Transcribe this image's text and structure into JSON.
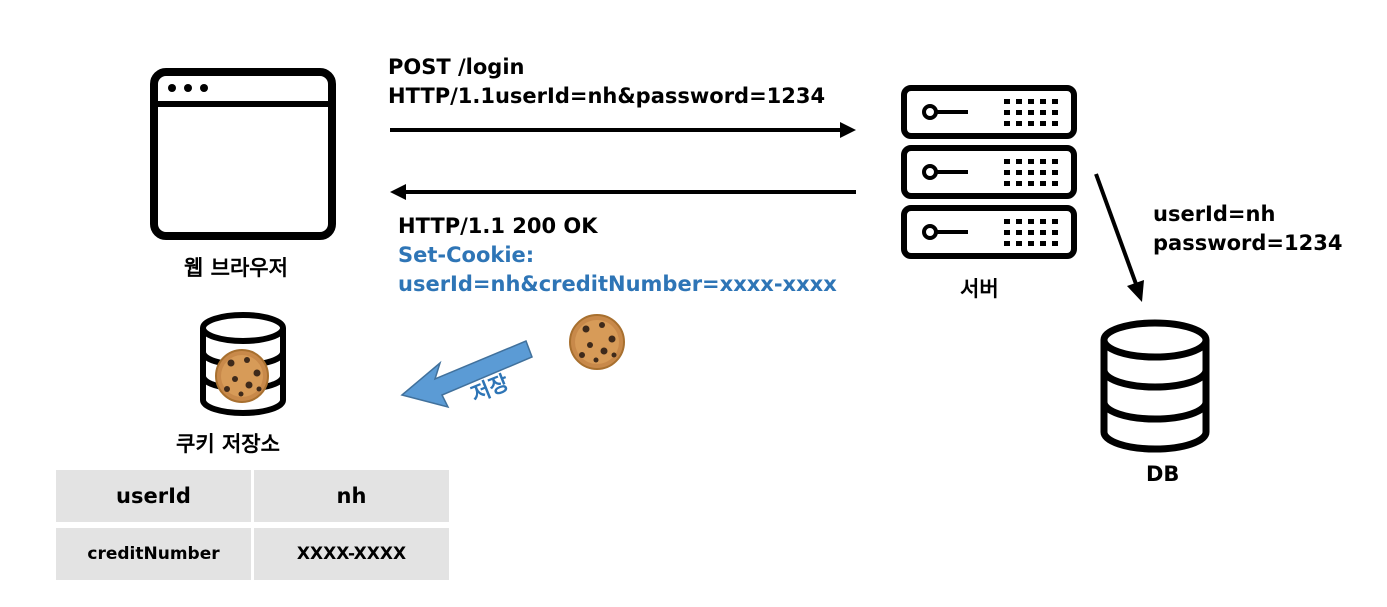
{
  "browser": {
    "label": "웹 브라우저"
  },
  "request": {
    "line1": "POST /login",
    "line2": "HTTP/1.1userId=nh&password=1234"
  },
  "response": {
    "status": "HTTP/1.1 200 OK",
    "cookie_header": "Set-Cookie:",
    "cookie_value": "userId=nh&creditNumber=xxxx-xxxx"
  },
  "server": {
    "label": "서버"
  },
  "db": {
    "label": "DB",
    "query_line1": "userId=nh",
    "query_line2": "password=1234"
  },
  "store_arrow": {
    "label": "저장"
  },
  "cookie_store": {
    "label": "쿠키 저장소"
  },
  "cookie_table": {
    "rows": [
      {
        "key": "userId",
        "value": "nh"
      },
      {
        "key": "creditNumber",
        "value": "XXXX-XXXX"
      }
    ]
  },
  "colors": {
    "accent_blue": "#2e75b6",
    "arrow_fill": "#5b9bd5",
    "cookie": "#c8894a",
    "table_bg": "#e3e3e3"
  }
}
